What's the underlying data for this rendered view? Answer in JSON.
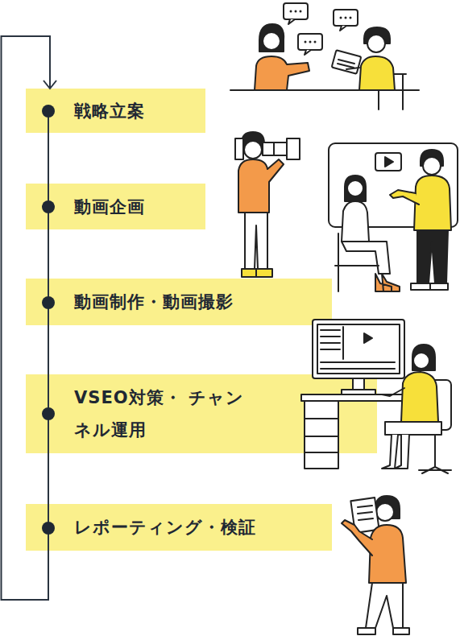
{
  "diagram": {
    "nodes": [
      {
        "text": [
          "戦略立案"
        ]
      },
      {
        "text": [
          "動画企画"
        ]
      },
      {
        "text": [
          "動画制作・動画撮影"
        ]
      },
      {
        "text": [
          "VSEO対策・ チャンネル運用"
        ]
      },
      {
        "text": [
          "レポーティング・検証"
        ]
      }
    ],
    "edges": [
      {
        "from": 0,
        "to": 1,
        "arrow": "none"
      },
      {
        "from": 1,
        "to": 2,
        "arrow": "none"
      },
      {
        "from": 2,
        "to": 3,
        "arrow": "none"
      },
      {
        "from": 3,
        "to": 4,
        "arrow": "none"
      },
      {
        "from": 4,
        "to": 0,
        "arrow": "to"
      }
    ]
  }
}
